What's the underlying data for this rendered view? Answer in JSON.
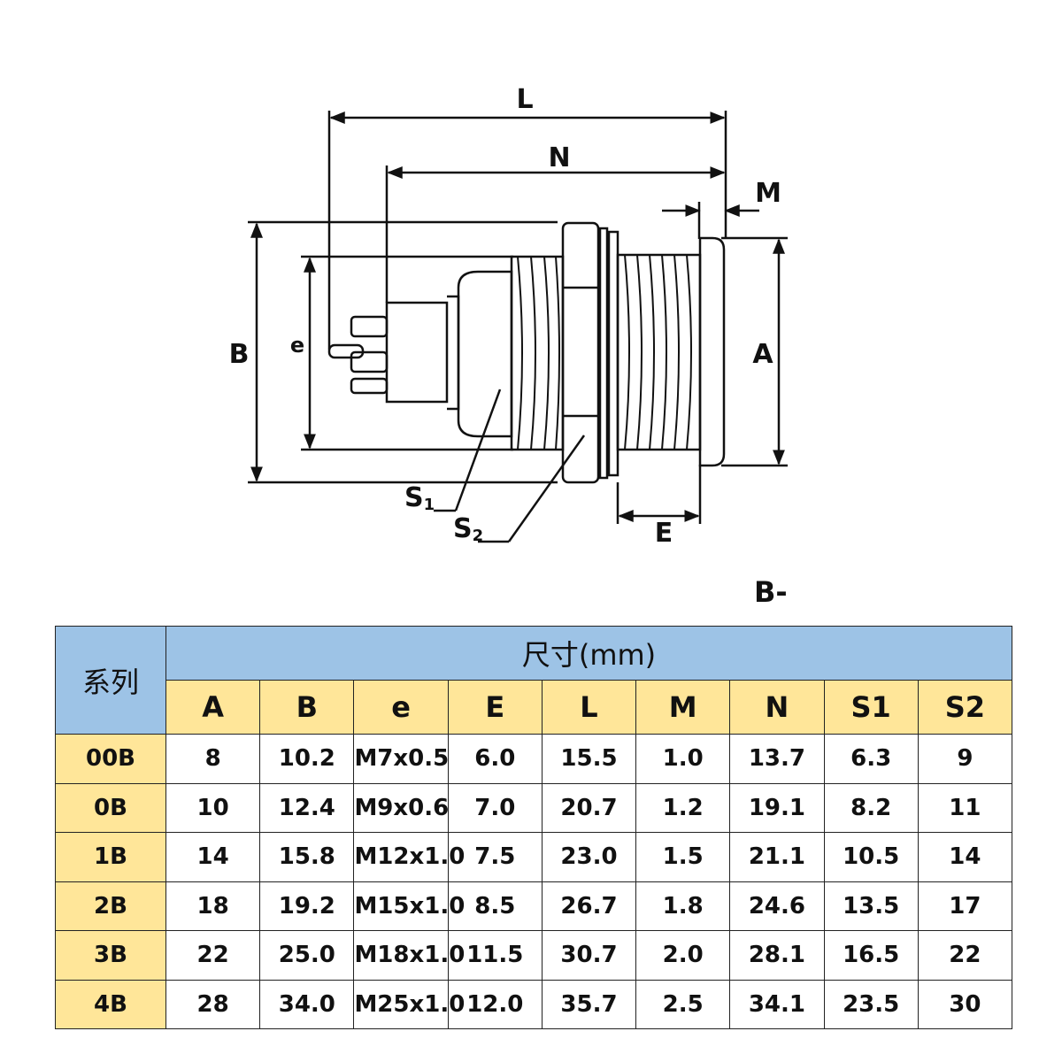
{
  "drawing": {
    "labels": {
      "L": "L",
      "N": "N",
      "M": "M",
      "B": "B",
      "e": "e",
      "A": "A",
      "S1_main": "S",
      "S1_sub": "1",
      "S2_main": "S",
      "S2_sub": "2",
      "E": "E"
    }
  },
  "series_tag": "B-",
  "table": {
    "series_header": "系列",
    "unit_header": "尺寸(mm)",
    "columns": [
      "A",
      "B",
      "e",
      "E",
      "L",
      "M",
      "N",
      "S1",
      "S2"
    ],
    "rows": [
      {
        "series": "00B",
        "values": [
          "8",
          "10.2",
          "M7x0.5",
          "6.0",
          "15.5",
          "1.0",
          "13.7",
          "6.3",
          "9"
        ]
      },
      {
        "series": "0B",
        "values": [
          "10",
          "12.4",
          "M9x0.6",
          "7.0",
          "20.7",
          "1.2",
          "19.1",
          "8.2",
          "11"
        ]
      },
      {
        "series": "1B",
        "values": [
          "14",
          "15.8",
          "M12x1.0",
          "7.5",
          "23.0",
          "1.5",
          "21.1",
          "10.5",
          "14"
        ]
      },
      {
        "series": "2B",
        "values": [
          "18",
          "19.2",
          "M15x1.0",
          "8.5",
          "26.7",
          "1.8",
          "24.6",
          "13.5",
          "17"
        ]
      },
      {
        "series": "3B",
        "values": [
          "22",
          "25.0",
          "M18x1.0",
          "11.5",
          "30.7",
          "2.0",
          "28.1",
          "16.5",
          "22"
        ]
      },
      {
        "series": "4B",
        "values": [
          "28",
          "34.0",
          "M25x1.0",
          "12.0",
          "35.7",
          "2.5",
          "34.1",
          "23.5",
          "30"
        ]
      }
    ]
  }
}
